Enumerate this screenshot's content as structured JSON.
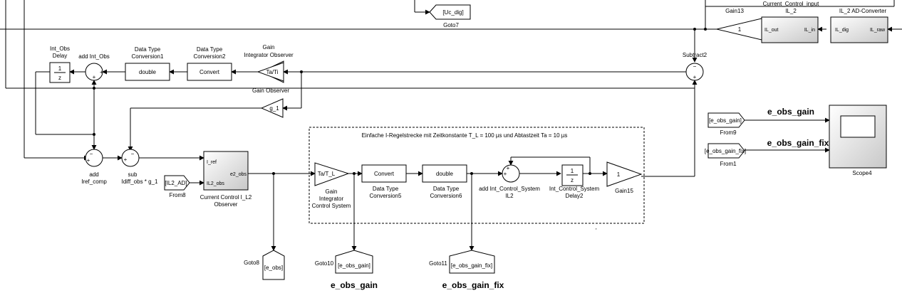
{
  "blocks": {
    "goto7": {
      "tag": "[Uc_dig]",
      "name": "Goto7"
    },
    "gain13": {
      "value": "1",
      "name": "Gain13"
    },
    "current_input": {
      "name_line1": "Current_Control_input",
      "name_line2": "IL_2",
      "port_in": "IL_in",
      "port_out": "IL_out"
    },
    "adc": {
      "name": "IL_2 AD-Converter",
      "port_in": "IL_raw",
      "port_out": "IL_dig"
    },
    "subtract2": {
      "name": "Subtract2"
    },
    "int_obs_delay": {
      "name_line1": "Int_Obs",
      "name_line2": "Delay",
      "num": "1",
      "den": "z"
    },
    "add_int_obs": {
      "name": "add Int_Obs"
    },
    "dtc1": {
      "name_line1": "Data Type",
      "name_line2": "Conversion1",
      "text": "double"
    },
    "dtc2": {
      "name_line1": "Data Type",
      "name_line2": "Conversion2",
      "text": "Convert"
    },
    "gain_int_obs": {
      "name_line1": "Gain",
      "name_line2": "Integrator Observer",
      "value": "Ta/Ti"
    },
    "gain_obs": {
      "name": "Gain Observer",
      "value": "g_1"
    },
    "add_iref": {
      "name_line1": "add",
      "name_line2": "Iref_comp"
    },
    "sub": {
      "name_line1": "sub",
      "name_line2": "Idiff_obs * g_1"
    },
    "from8": {
      "tag": "[IL2_AD]",
      "name": "From8"
    },
    "cc_observer": {
      "port_in1": "I_ref",
      "port_in2": "IL2_obs",
      "port_out": "e2_obs",
      "name_line1": "Current Control I_L2",
      "name_line2": "Observer"
    },
    "area_title": "Einfache I-Regelstrecke mit Zeitkonstante T_L = 100 µs und Abtastzeit Ta = 10 µs",
    "gain_int_cs": {
      "value": "Ta/T_L",
      "name_line1": "Gain",
      "name_line2": "Integrator",
      "name_line3": "Control System"
    },
    "dtc5": {
      "text": "Convert",
      "name_line1": "Data Type",
      "name_line2": "Conversion5"
    },
    "dtc6": {
      "text": "double",
      "name_line1": "Data Type",
      "name_line2": "Conversion6"
    },
    "add_int_cs": {
      "name_line1": "add Int_Control_System",
      "name_line2": "IL2"
    },
    "int_cs_delay": {
      "num": "1",
      "den": "z",
      "name_line1": "Int_Control_System",
      "name_line2": "Delay2"
    },
    "gain15": {
      "value": "1",
      "name": "Gain15"
    },
    "from9": {
      "tag": "[e_obs_gain]",
      "name": "From9"
    },
    "from1": {
      "tag": "[e_obs_gain_fix]",
      "name": "From1"
    },
    "scope4": {
      "name": "Scope4"
    },
    "signal_e_obs_gain": "e_obs_gain",
    "signal_e_obs_gain_fix": "e_obs_gain_fix",
    "goto8": {
      "tag": "[e_obs]",
      "name": "Goto8"
    },
    "goto10": {
      "tag": "[e_obs_gain]",
      "name": "Goto10",
      "caption": "e_obs_gain"
    },
    "goto11": {
      "tag": "[e_obs_gain_fix]",
      "name": "Goto11",
      "caption": "e_obs_gain_fix"
    }
  }
}
